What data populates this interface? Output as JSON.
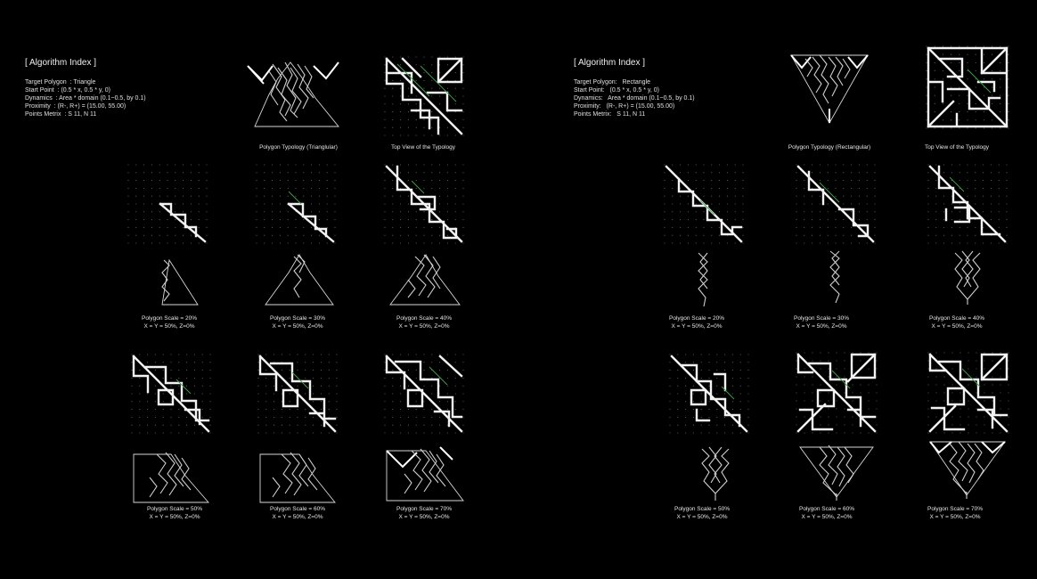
{
  "colors": {
    "background": "#000000",
    "line": "#f2f2f2",
    "grid_dot": "#6a6a6a",
    "accent": "#3fa34d"
  },
  "left": {
    "index_title": "[ Algorithm Index ]",
    "params": [
      {
        "key": "Target Polygon",
        "sep": "  : ",
        "value": "Triangle"
      },
      {
        "key": "Start Point",
        "sep": "  : ",
        "value": "(0.5 * x, 0.5 * y, 0)"
      },
      {
        "key": "Dynamics",
        "sep": "  : ",
        "value": "Area * domain (0.1~0.5, by 0.1)"
      },
      {
        "key": "Proximity",
        "sep": "  : ",
        "value": "(R-, R+) = (15.00, 55.00)"
      },
      {
        "key": "Points Metrix",
        "sep": "  : ",
        "value": "S 11, N 11"
      }
    ],
    "typology_caption": "Polygon Typology (Trianglular)",
    "topview_caption": "Top View of the Typology",
    "scales": [
      {
        "scale": "Polygon Scale = 20%",
        "xyz": "X = Y = 50%, Z=0%"
      },
      {
        "scale": "Polygon Scale = 30%",
        "xyz": "X = Y = 50%, Z=0%"
      },
      {
        "scale": "Polygon Scale = 40%",
        "xyz": "X = Y = 50%, Z=0%"
      },
      {
        "scale": "Polygon Scale = 50%",
        "xyz": "X = Y = 50%, Z=0%"
      },
      {
        "scale": "Polygon Scale = 60%",
        "xyz": "X = Y = 50%, Z=0%"
      },
      {
        "scale": "Polygon Scale = 70%",
        "xyz": "X = Y = 50%, Z=0%"
      }
    ]
  },
  "right": {
    "index_title": "[ Algorithm Index ]",
    "params": [
      {
        "key": "Target Polygon:",
        "sep": "   ",
        "value": "Rectangle"
      },
      {
        "key": "Start Point:",
        "sep": "   ",
        "value": "(0.5 * x, 0.5 * y, 0)"
      },
      {
        "key": "Dynamics:",
        "sep": "   ",
        "value": "Area * domain (0.1~0.5, by 0.1)"
      },
      {
        "key": "Proximity:",
        "sep": "   ",
        "value": "(R-, R+) = (15.00, 55.00)"
      },
      {
        "key": "Points Metrix:",
        "sep": "   ",
        "value": "S 11, N 11"
      }
    ],
    "typology_caption": "Polygon Typology (Rectangular)",
    "topview_caption": "Top View of the Typology",
    "scales": [
      {
        "scale": "Polygon Scale = 20%",
        "xyz": "X = Y = 50%, Z=0%"
      },
      {
        "scale": "Polygon Scale = 30%",
        "xyz": "X = Y = 50%, Z=0%"
      },
      {
        "scale": "Polygon Scale = 40%",
        "xyz": "X = Y = 50%, Z=0%"
      },
      {
        "scale": "Polygon Scale = 50%",
        "xyz": "X = Y = 50%, Z=0%"
      },
      {
        "scale": "Polygon Scale = 60%",
        "xyz": "X = Y = 50%, Z=0%"
      },
      {
        "scale": "Polygon Scale = 70%",
        "xyz": "X = Y = 50%, Z=0%"
      }
    ]
  }
}
